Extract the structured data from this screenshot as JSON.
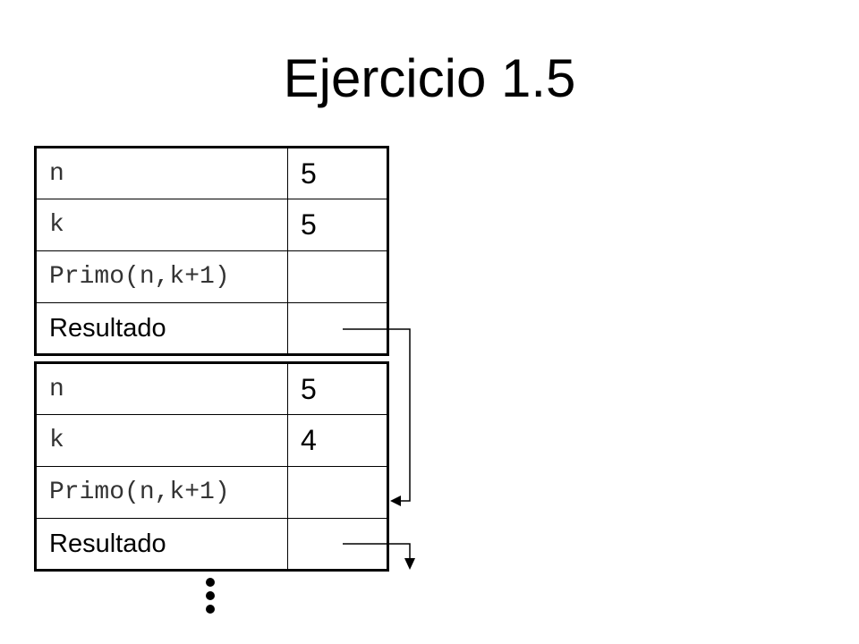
{
  "title": "Ejercicio 1.5",
  "frames": [
    {
      "rows": [
        {
          "label": "n",
          "value": "5"
        },
        {
          "label": "k",
          "value": "5"
        },
        {
          "label": "Primo(n,k+1)",
          "value": ""
        },
        {
          "label": "Resultado",
          "value": ""
        }
      ]
    },
    {
      "rows": [
        {
          "label": "n",
          "value": "5"
        },
        {
          "label": "k",
          "value": "4"
        },
        {
          "label": "Primo(n,k+1)",
          "value": ""
        },
        {
          "label": "Resultado",
          "value": ""
        }
      ]
    }
  ]
}
